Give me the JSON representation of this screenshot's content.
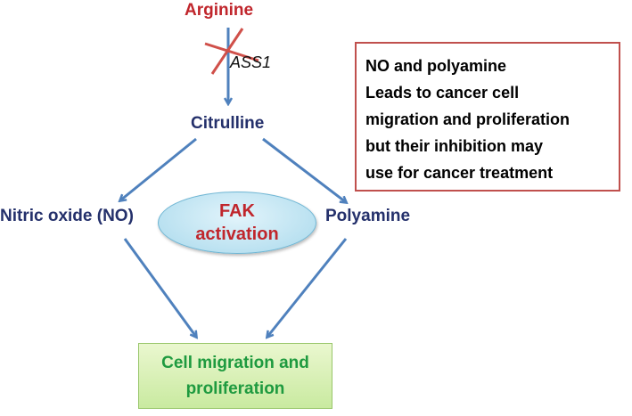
{
  "nodes": {
    "arginine": "Arginine",
    "enzyme": "ASS1",
    "citrulline": "Citrulline",
    "nitric_oxide": "Nitric oxide (NO)",
    "polyamine": "Polyamine",
    "fak": [
      "FAK",
      "activation"
    ],
    "outcome": [
      "Cell migration and",
      "proliferation"
    ]
  },
  "note": [
    "NO and polyamine",
    "Leads to cancer cell",
    "migration and proliferation",
    "but their inhibition may",
    "use for cancer treatment"
  ],
  "colors": {
    "arrow": "#4f81bd",
    "red": "#c0262c",
    "navy": "#24306b",
    "green": "#1e9a3f"
  }
}
